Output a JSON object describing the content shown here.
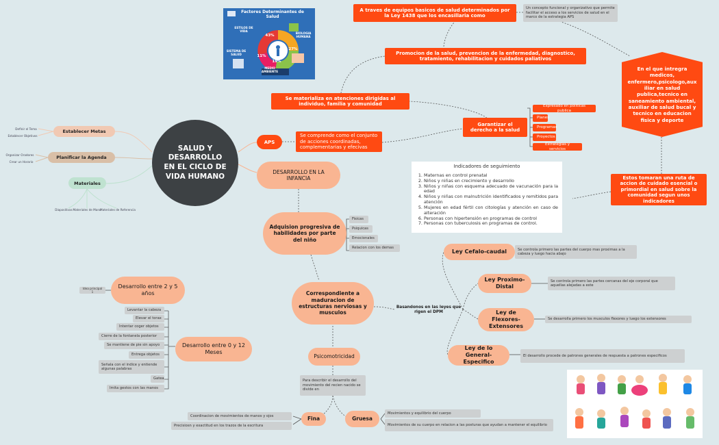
{
  "central": "SALUD Y DESARROLLO EN EL CICLO DE VIDA HUMANO",
  "left": {
    "metas": "Establecer Metas",
    "metas_sub": [
      "Definir el Tema",
      "Establecer Objetivos"
    ],
    "agenda": "Planificar la Agenda",
    "agenda_sub": [
      "Organizar Oradores",
      "Crear un Horario"
    ],
    "materiales": "Materiales",
    "materiales_sub": [
      "Diapositivas",
      "Materiales de Mano",
      "Materiales de Referencia"
    ]
  },
  "infographic": {
    "title": "Factores Determinantes de Salud",
    "labels": [
      "ESTILOS DE VIDA",
      "BIOLOGIA HUMANA",
      "SISTEMA DE SALUD",
      "MEDIO AMBIENTE"
    ],
    "pcts": [
      "43%",
      "27%",
      "11%",
      "19%"
    ]
  },
  "aps": {
    "label": "APS",
    "def": "Se comprende como el conjunto de acciones coordinadas, complementarias y efecivas",
    "materializa": "Se materializa en atenciones dirigidas al individuo, familia y comunidad",
    "promocion": "Promocion de la salud, prevencion de la enfermedad, diagnostico, tratamiento, rehabilitacion y cuidados paliativos",
    "equipos": "A traves de equipos basicos de salud determinados por la Ley 1438 que los encasillaria como",
    "concepto": "Un concepto funcional y organizativo que permite facilitar el acceso a los servicios de salud en el marco de la estrategia APS",
    "integra": "En el que intregra medicos, enfermero,psicologo,aux iliar en salud publica,tecnico en saneamiento ambiental, auxiliar de salud bucal y tecnico en educacion fisica y deporte",
    "garantizar": "Garantizar el derecho a la salud",
    "garantizar_sub": [
      "Expresado en politicas publica",
      "Planes",
      "Programas",
      "Proyectos",
      "Estrategias y servicios"
    ],
    "ruta": "Estos tomaran una ruta de accion de cuidado esencial o primordial en salud sobre la comunidad segun unos indicadores"
  },
  "indicadores": {
    "title": "Indicadores de seguimiento",
    "items": [
      "Maternas en control prenatal",
      "Niños y niñas en crecimiento y desarrollo",
      "Niños y niñas con esquema adecuado de vacunación para la edad",
      "Niños y niñas con malnutrición identificados y remitidos para atención",
      "Mujeres en edad fértil con citologías y atención en caso de alteración",
      "Personas con hipertensión en programas de control",
      "Personas con tuberculosis en programas de control."
    ]
  },
  "infancia": {
    "title": "DESARROLLO EN LA INFANCIA",
    "adquision": "Adquision progresiva de habilidades por parte del niño",
    "habilidades": [
      "Fisicas",
      "Psiquicas",
      "Emocionales",
      "Relacion con los demas"
    ],
    "correspondiente": "Correspondiente a maduracion de estructuras nerviosas y musculos",
    "basandonos": "Basandonos en las leyes que rigen el DPM",
    "leyes": [
      {
        "name": "Ley Cefalo-caudal",
        "desc": "Se controla primero las partes del cuerpo mas proximas a la cabeza y luego hacia abajo"
      },
      {
        "name": "Ley Proximo-Distal",
        "desc": "Se controla primero las partes cercanas del eje corporal que aquellas alejadas a este"
      },
      {
        "name": "Ley de Flexores-Extensores",
        "desc": "Se desarrolla primero los musculos flexores y luego los extensores"
      },
      {
        "name": "Ley de lo General-Especifico",
        "desc": "El desarrollo procede de patrones generales de respuesta a patrones especificos"
      }
    ],
    "psicomotricidad": "Psicomotricidad",
    "para_describir": "Para describir el desarrollo del movimiento del recien nacido se divide en",
    "fina": "Fina",
    "fina_sub": [
      "Coordinacion de movimientos de manos y ojos",
      "Precisiosn y exactitud en los trazos de la escritura"
    ],
    "gruesa": "Gruesa",
    "gruesa_sub": [
      "Movimientos y equilibrio del cuerpo",
      "Movimientos de su cuerpo en relacion a las posturas que ayudan a mantener el equilibrio"
    ],
    "d2a5": "Desarrollo entre 2 y 5 años",
    "d2a5_sub": "Idea principal 1",
    "d0a12": "Desarrollo entre 0 y 12 Meses",
    "d0a12_sub": [
      "Levantar la cabeza",
      "Elevar el torax",
      "Intentar coger objetos",
      "Cierre de la fontanela posterior",
      "Se mantiene de pie sin apoyo",
      "Entrega objetos",
      "Señala con el indice y entiende algunas palabras",
      "Gatea",
      "Imita gestos con las manos"
    ]
  },
  "colors": {
    "orange": "#ff4a12",
    "peach": "#f9b592",
    "central": "#3d4144",
    "background": "#dde9ec"
  }
}
